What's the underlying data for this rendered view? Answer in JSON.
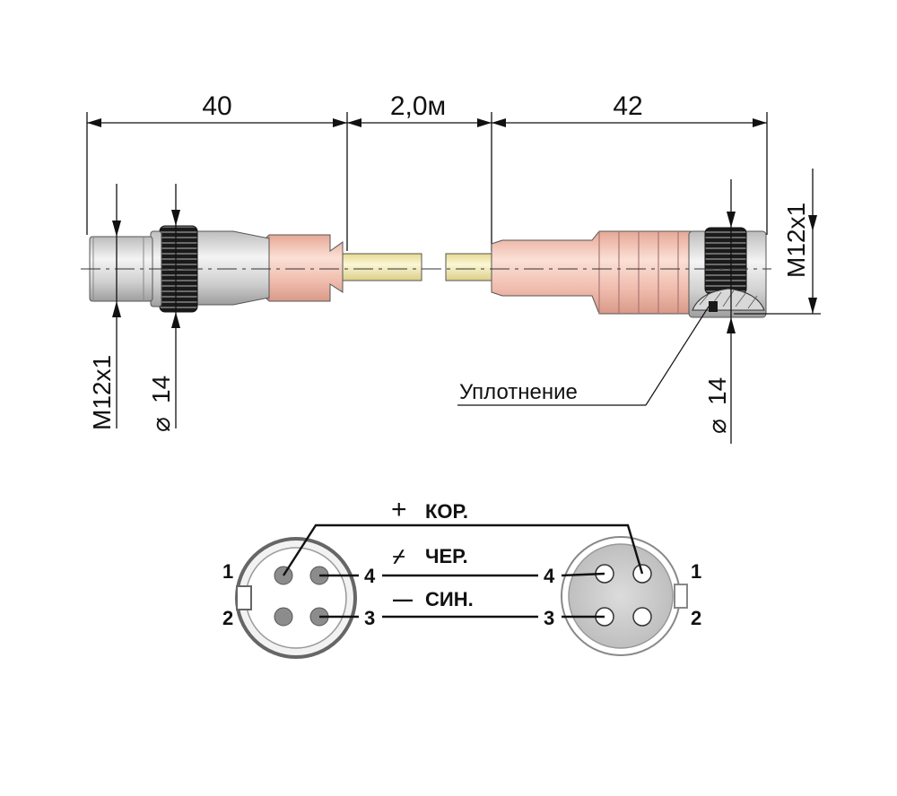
{
  "dimensions": {
    "left_length": "40",
    "cable_length": "2,0м",
    "right_length": "42",
    "left_thread": "M12x1",
    "left_diameter": "14",
    "right_thread": "M12x1",
    "right_diameter": "14",
    "diameter_symbol": "⌀"
  },
  "callout": {
    "seal_label": "Уплотнение"
  },
  "wiring": {
    "wires": [
      {
        "symbol": "+",
        "label": "КОР."
      },
      {
        "symbol": "⌿",
        "label": "ЧЕР."
      },
      {
        "symbol": "—",
        "label": "СИН."
      }
    ],
    "left_pins": [
      "1",
      "2",
      "4",
      "3"
    ],
    "right_pins": [
      "4",
      "3",
      "1",
      "2"
    ]
  },
  "colors": {
    "metal": "#d2d2d2",
    "knurl": "#1a1a1a",
    "body_pink": "#f2c2b4",
    "cable_yellow": "#f4ebb2",
    "line": "#111111"
  }
}
